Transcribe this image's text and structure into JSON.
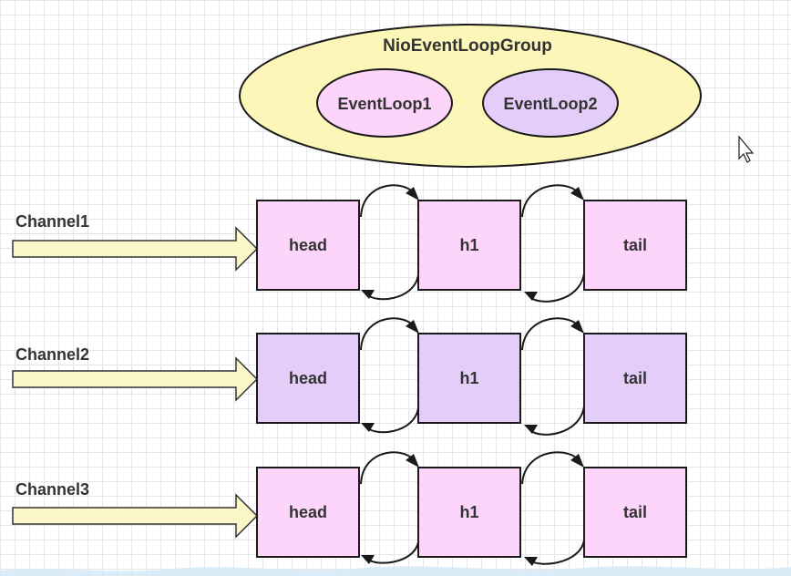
{
  "group": {
    "title": "NioEventLoopGroup",
    "loops": [
      {
        "label": "EventLoop1",
        "color": "#fdd5fb"
      },
      {
        "label": "EventLoop2",
        "color": "#e4cef9"
      }
    ]
  },
  "channels": [
    {
      "label": "Channel1",
      "color": "#fdd5fb",
      "handlers": [
        "head",
        "h1",
        "tail"
      ]
    },
    {
      "label": "Channel2",
      "color": "#e4cef9",
      "handlers": [
        "head",
        "h1",
        "tail"
      ]
    },
    {
      "label": "Channel3",
      "color": "#fdd5fb",
      "handlers": [
        "head",
        "h1",
        "tail"
      ]
    }
  ],
  "colors": {
    "group_fill": "#fcf6b8",
    "arrow_fill": "#fbf7c9",
    "stroke": "#1a1a1a"
  },
  "icons": {
    "cursor": "mouse-pointer-icon"
  }
}
